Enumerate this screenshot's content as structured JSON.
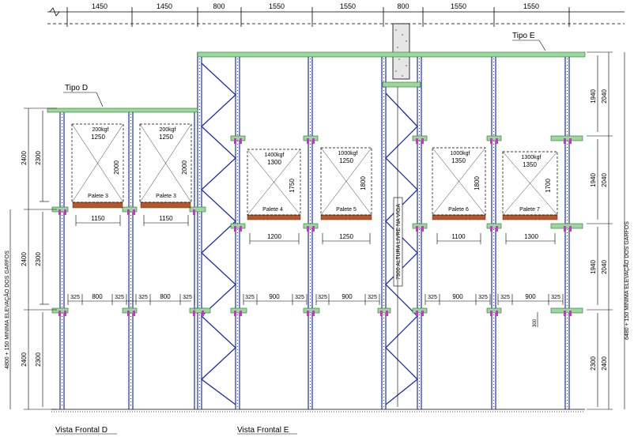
{
  "top_dimensions": [
    "1450",
    "1450",
    "800",
    "1550",
    "1550",
    "800",
    "1550",
    "1550"
  ],
  "labels": {
    "tipo_d": "Tipo D",
    "tipo_e": "Tipo E",
    "vista_frontal_d": "Vista Frontal D",
    "vista_frontal_e": "Vista Frontal E"
  },
  "pallets": [
    {
      "load": "200kgf",
      "width": "1250",
      "height": "2000",
      "name": "Palete 3",
      "beam_span": "1150"
    },
    {
      "load": "200kgf",
      "width": "1250",
      "height": "2000",
      "name": "Palete 3",
      "beam_span": "1150"
    },
    {
      "load": "1400kgf",
      "width": "1300",
      "height": "1750",
      "name": "Palete 4",
      "beam_span": "1200"
    },
    {
      "load": "1000kgf",
      "width": "1250",
      "height": "1800",
      "name": "Palete 5",
      "beam_span": "1250"
    },
    {
      "load": "1000kgf",
      "width": "1350",
      "height": "1800",
      "name": "Palete 6",
      "beam_span": "1100"
    },
    {
      "load": "1300kgf",
      "width": "1350",
      "height": "1700",
      "name": "Palete 7",
      "beam_span": "1300"
    }
  ],
  "clearance_dimensions": [
    [
      "325",
      "800",
      "325"
    ],
    [
      "325",
      "800",
      "325"
    ],
    [
      "325",
      "900",
      "325"
    ],
    [
      "325",
      "900",
      "325"
    ],
    [
      "325",
      "900",
      "325"
    ],
    [
      "325",
      "900",
      "325"
    ]
  ],
  "left_dimensions": {
    "inner": [
      "2300",
      "2300",
      "2300"
    ],
    "outer": [
      "2400",
      "2400",
      "2400"
    ],
    "overall": "4800 + 150  MINIMA ELEVAÇÃO DOS GARFOS"
  },
  "right_dimensions": {
    "inner": [
      "1940",
      "1940",
      "1940",
      "2300"
    ],
    "outer": [
      "2040",
      "2040",
      "2040",
      "2400"
    ],
    "overall": "6480 + 150  MINIMA ELEVAÇÃO DOS GARFOS"
  },
  "small_dimension": "300",
  "beam_clear_height": "7900  ALTURA LIVRE NA VIGA",
  "colors": {
    "upright": "#1c2fa8",
    "beam": "#9ad99a",
    "pallet": "#b5572a",
    "connector": "#cc33cc",
    "tie_bar": "#b066cc"
  }
}
